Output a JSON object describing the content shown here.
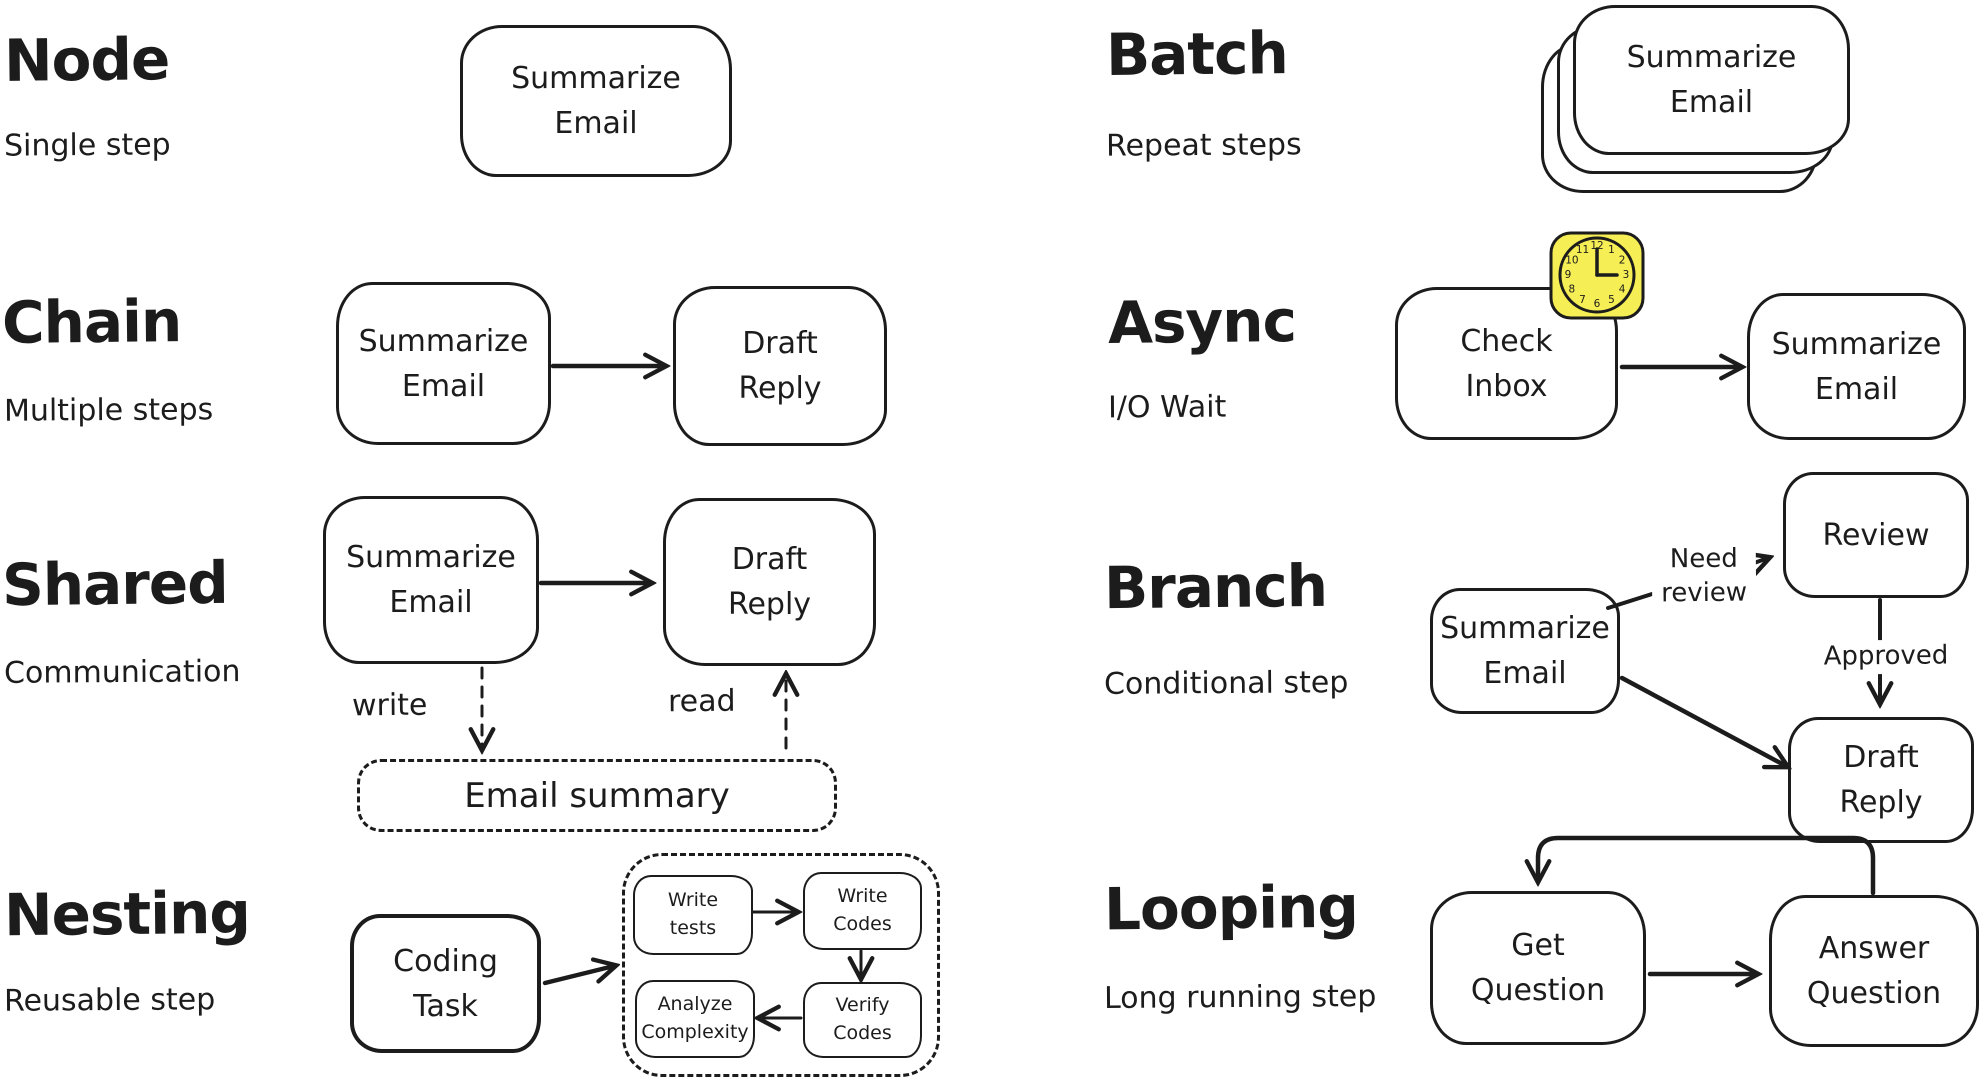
{
  "palette": {
    "ink": "#1c1c1c",
    "paper": "#ffffff",
    "clock_fill": "#f6ee55"
  },
  "sections": {
    "node": {
      "title": "Node",
      "subtitle": "Single step",
      "box1": "Summarize\nEmail"
    },
    "chain": {
      "title": "Chain",
      "subtitle": "Multiple steps",
      "box1": "Summarize\nEmail",
      "box2": "Draft\nReply"
    },
    "shared": {
      "title": "Shared",
      "subtitle": "Communication",
      "box1": "Summarize\nEmail",
      "box2": "Draft\nReply",
      "store": "Email summary",
      "label_write": "write",
      "label_read": "read"
    },
    "nesting": {
      "title": "Nesting",
      "subtitle": "Reusable step",
      "box1": "Coding\nTask",
      "inner1": "Write\ntests",
      "inner2": "Write\nCodes",
      "inner3": "Analyze\nComplexity",
      "inner4": "Verify\nCodes"
    },
    "batch": {
      "title": "Batch",
      "subtitle": "Repeat steps",
      "box1": "Summarize\nEmail"
    },
    "async": {
      "title": "Async",
      "subtitle": "I/O Wait",
      "box1": "Check\nInbox",
      "box2": "Summarize\nEmail",
      "clock_numbers": [
        "12",
        "1",
        "2",
        "3",
        "4",
        "5",
        "6",
        "7",
        "8",
        "9",
        "10",
        "11"
      ]
    },
    "branch": {
      "title": "Branch",
      "subtitle": "Conditional step",
      "box1": "Summarize\nEmail",
      "box2": "Review",
      "box3": "Draft\nReply",
      "label_need": "Need\nreview",
      "label_approved": "Approved"
    },
    "looping": {
      "title": "Looping",
      "subtitle": "Long running step",
      "box1": "Get\nQuestion",
      "box2": "Answer\nQuestion"
    }
  }
}
